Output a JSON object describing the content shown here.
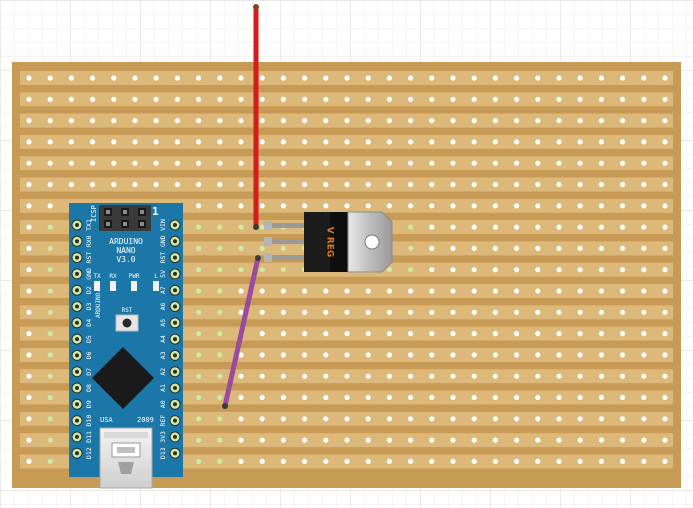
{
  "stripboard": {
    "columns": 31,
    "rows": 19,
    "board_color": "#c79a55",
    "strip_color": "#dcb879",
    "hole_color": "#ffffff",
    "active_hole_color": "#cfe9a6"
  },
  "arduino": {
    "title_line1": "ARDUINO",
    "title_line2": "NANO",
    "title_line3": "V3.0",
    "website": "ARDUINO.CC",
    "icsp": "ICSP",
    "pin1_marker": "1",
    "reset_label": "RST",
    "country": "USA",
    "year": "2009",
    "led_tx": "TX",
    "led_rx": "RX",
    "led_pwr": "PWR",
    "led_l": "L",
    "left_pins": [
      "TX1",
      "RX0",
      "RST",
      "GND",
      "D2",
      "D3",
      "D4",
      "D5",
      "D6",
      "D7",
      "D8",
      "D9",
      "D10",
      "D11",
      "D12"
    ],
    "right_pins": [
      "VIN",
      "GND",
      "RST",
      "5V",
      "A7",
      "A6",
      "A5",
      "A4",
      "A3",
      "A2",
      "A1",
      "A0",
      "REF",
      "3V3",
      "D13"
    ],
    "pcb_color": "#1b77a8"
  },
  "regulator": {
    "label": "V REG"
  },
  "wires": {
    "red_color": "#d41c1c",
    "purple_color": "#9b4aa0"
  }
}
